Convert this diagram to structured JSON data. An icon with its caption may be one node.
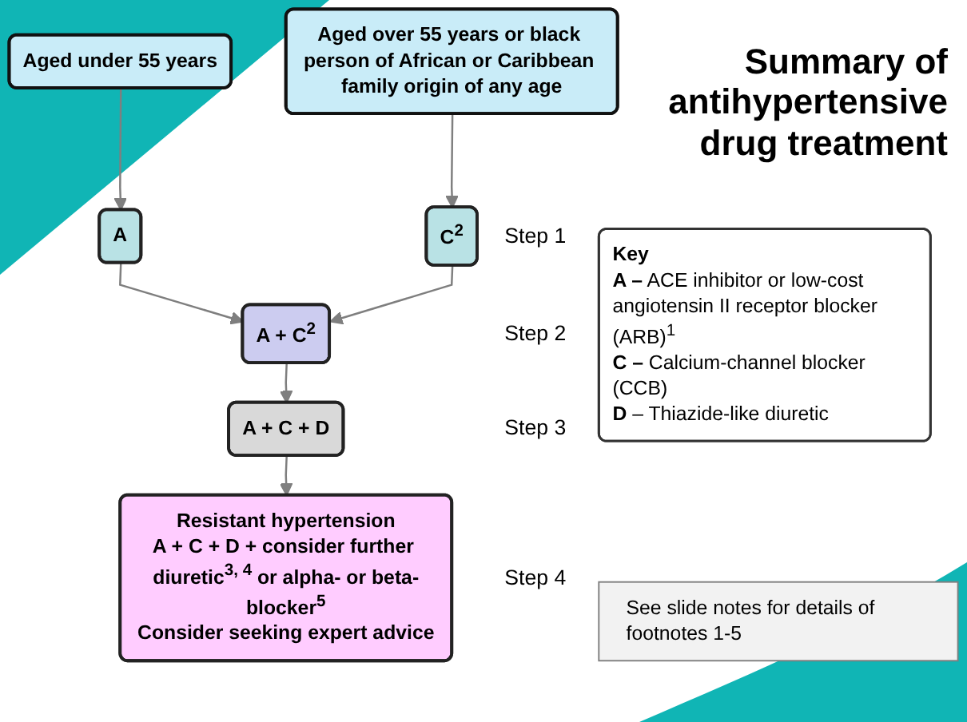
{
  "diagram": {
    "title": "Summary of antihypertensive drug treatment",
    "nodes": [
      {
        "text": [
          "Aged under 55 years"
        ]
      },
      {
        "text": [
          "Aged over 55 years or black person of African or Caribbean family origin of any age"
        ]
      },
      {
        "text": [
          "A"
        ]
      },
      {
        "text": [
          "C$^{2}$"
        ]
      },
      {
        "text": [
          "A + C$^{2}$"
        ]
      },
      {
        "text": [
          "A + C + D"
        ]
      },
      {
        "text": [
          "Resistant hypertension",
          "A + C + D + consider further diuretic$^{3, 4}$ or alpha- or beta-blocker$^{5}$",
          "Consider seeking expert advice"
        ]
      },
      {
        "text": [
          "Key",
          "**A –** ACE inhibitor or low-cost angiotensin II receptor blocker (ARB)$^{1}$",
          "**C –** Calcium-channel blocker (CCB)",
          "**D** – Thiazide-like diuretic"
        ]
      },
      {
        "text": [
          "See slide notes for details of footnotes 1-5"
        ]
      }
    ],
    "edges": [
      {
        "from": 0,
        "to": 2,
        "arrow": "to"
      },
      {
        "from": 1,
        "to": 3,
        "arrow": "to"
      },
      {
        "from": 2,
        "to": 4,
        "arrow": "to"
      },
      {
        "from": 3,
        "to": 4,
        "arrow": "to"
      },
      {
        "from": 4,
        "to": 5,
        "arrow": "to"
      },
      {
        "from": 5,
        "to": 6,
        "arrow": "to"
      }
    ],
    "labels": [
      "Step 1",
      "Step 2",
      "Step 3",
      "Step 4"
    ]
  }
}
